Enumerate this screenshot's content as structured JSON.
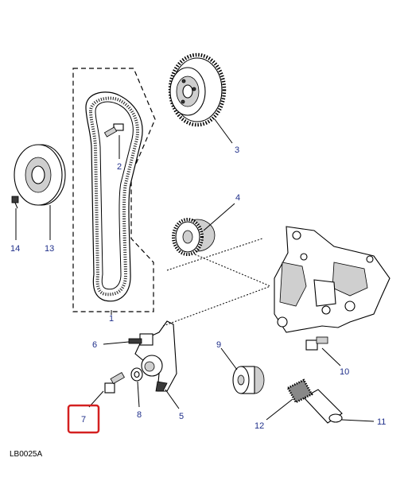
{
  "diagram": {
    "reference": "LB0025A",
    "highlight_color": "#d42020",
    "label_color": "#1f2f8a",
    "highlighted_callout": "7",
    "callouts": [
      {
        "id": "c1",
        "text": "1"
      },
      {
        "id": "c2",
        "text": "2"
      },
      {
        "id": "c3",
        "text": "3"
      },
      {
        "id": "c4",
        "text": "4"
      },
      {
        "id": "c5",
        "text": "5"
      },
      {
        "id": "c6",
        "text": "6"
      },
      {
        "id": "c7",
        "text": "7"
      },
      {
        "id": "c8",
        "text": "8"
      },
      {
        "id": "c9",
        "text": "9"
      },
      {
        "id": "c10",
        "text": "10"
      },
      {
        "id": "c11",
        "text": "11"
      },
      {
        "id": "c12",
        "text": "12"
      },
      {
        "id": "c13",
        "text": "13"
      },
      {
        "id": "c14",
        "text": "14"
      }
    ]
  }
}
